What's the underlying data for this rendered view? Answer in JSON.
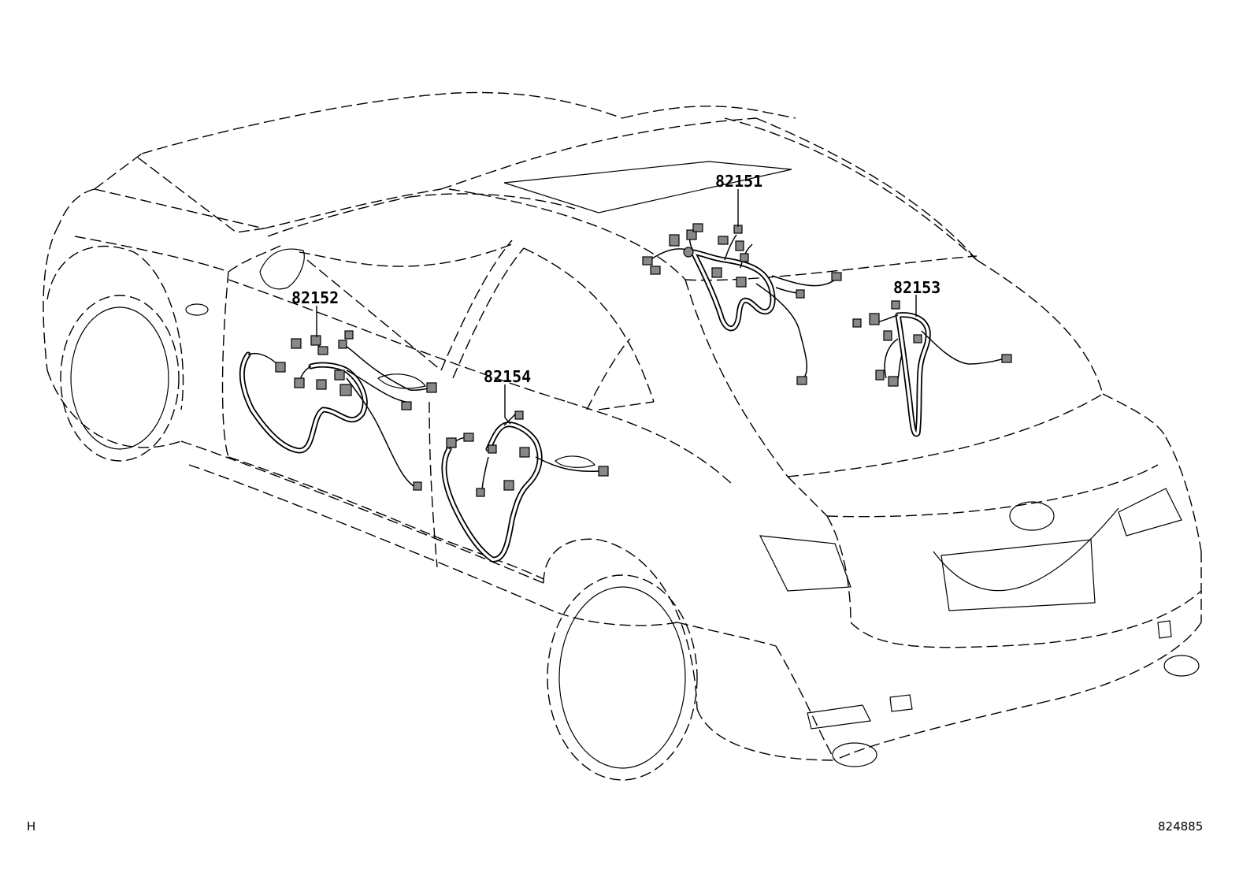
{
  "diagram": {
    "callouts": [
      {
        "id": "82151",
        "label": "82151"
      },
      {
        "id": "82152",
        "label": "82152"
      },
      {
        "id": "82153",
        "label": "82153"
      },
      {
        "id": "82154",
        "label": "82154"
      }
    ],
    "corner_left": "H",
    "corner_right": "824885"
  }
}
